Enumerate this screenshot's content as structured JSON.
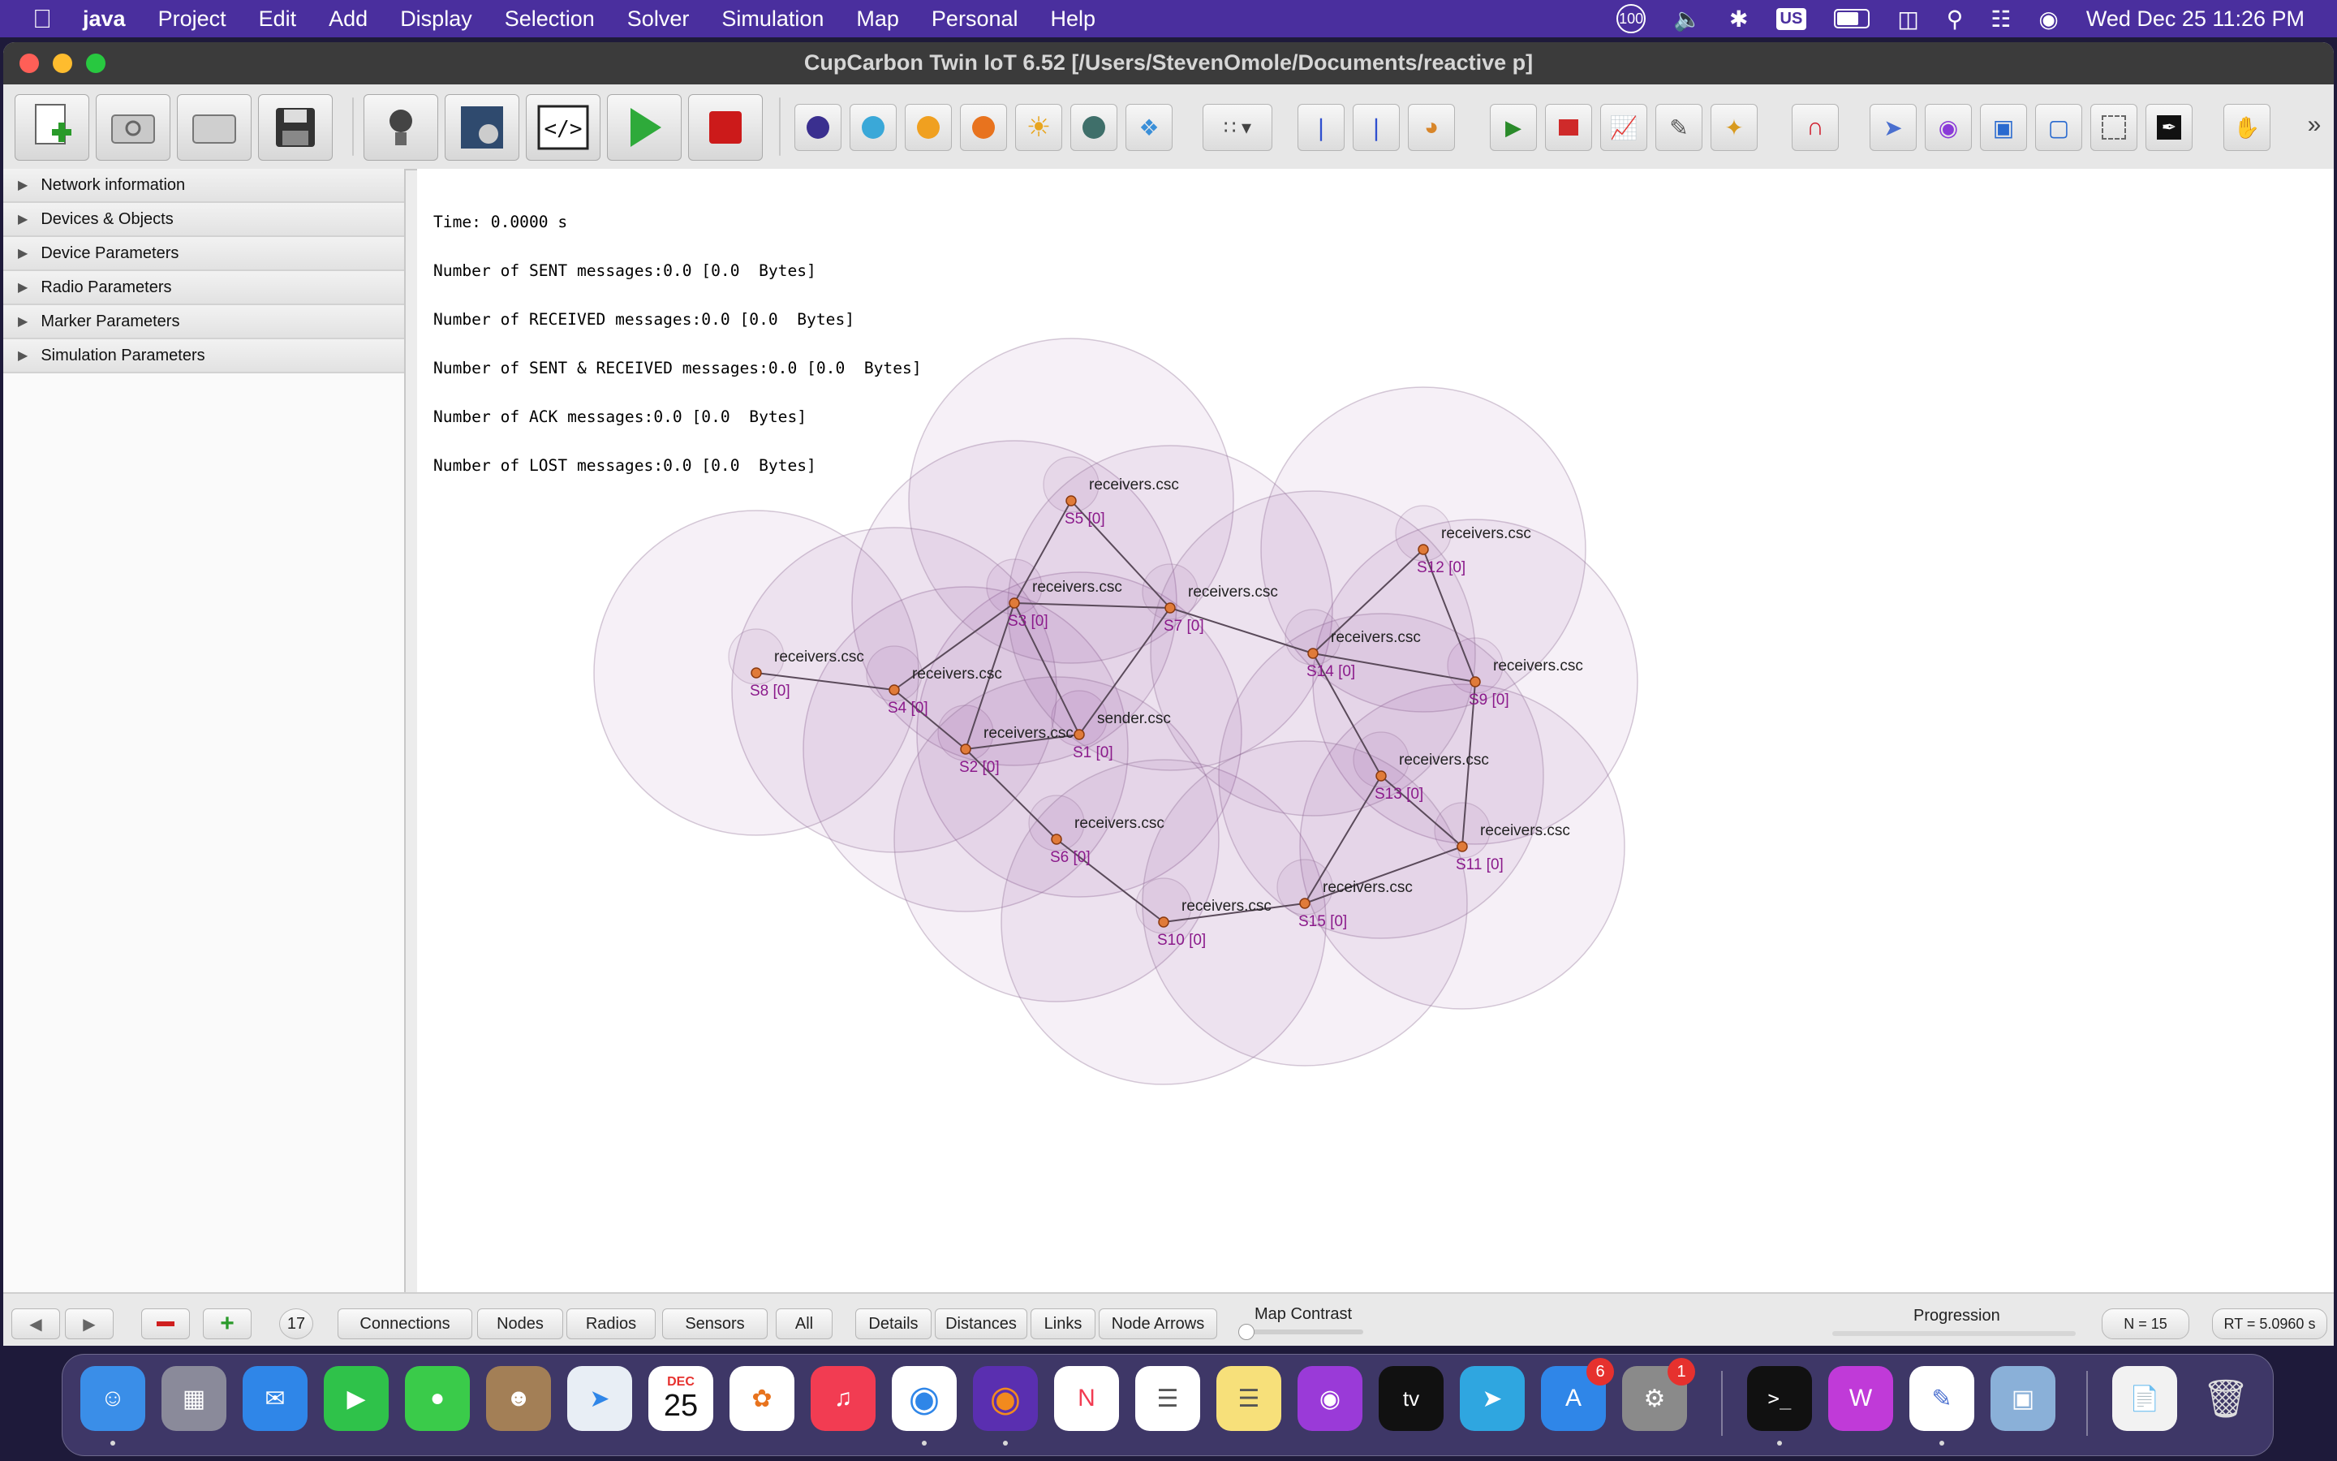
{
  "menubar": {
    "app_name": "java",
    "items": [
      "Project",
      "Edit",
      "Add",
      "Display",
      "Selection",
      "Solver",
      "Simulation",
      "Map",
      "Personal",
      "Help"
    ],
    "input_source": "US",
    "badge_count": "100",
    "datetime": "Wed Dec 25  11:26 PM"
  },
  "window": {
    "title": "CupCarbon Twin IoT 6.52 [/Users/StevenOmole/Documents/reactive p]"
  },
  "sidebar": {
    "sections": [
      {
        "label": "Network information"
      },
      {
        "label": "Devices & Objects"
      },
      {
        "label": "Device Parameters"
      },
      {
        "label": "Radio Parameters"
      },
      {
        "label": "Marker Parameters"
      },
      {
        "label": "Simulation Parameters"
      }
    ]
  },
  "stats": {
    "lines": [
      "Time: 0.0000 s",
      "Number of SENT messages:0.0 [0.0  Bytes]",
      "Number of RECEIVED messages:0.0 [0.0  Bytes]",
      "Number of SENT & RECEIVED messages:0.0 [0.0  Bytes]",
      "Number of ACK messages:0.0 [0.0  Bytes]",
      "Number of LOST messages:0.0 [0.0  Bytes]"
    ]
  },
  "network": {
    "node_color": "#e07b39",
    "node_label_color": "#8b1a8b",
    "range_fill": "#7a2f8a",
    "nodes": [
      {
        "id": "S1",
        "label": "S1 [0]",
        "script": "sender.csc"
      },
      {
        "id": "S2",
        "label": "S2 [0]",
        "script": "receivers.csc"
      },
      {
        "id": "S3",
        "label": "S3 [0]",
        "script": "receivers.csc"
      },
      {
        "id": "S4",
        "label": "S4 [0]",
        "script": "receivers.csc"
      },
      {
        "id": "S5",
        "label": "S5 [0]",
        "script": "receivers.csc"
      },
      {
        "id": "S6",
        "label": "S6 [0]",
        "script": "receivers.csc"
      },
      {
        "id": "S7",
        "label": "S7 [0]",
        "script": "receivers.csc"
      },
      {
        "id": "S8",
        "label": "S8 [0]",
        "script": "receivers.csc"
      },
      {
        "id": "S9",
        "label": "S9 [0]",
        "script": "receivers.csc"
      },
      {
        "id": "S10",
        "label": "S10 [0]",
        "script": "receivers.csc"
      },
      {
        "id": "S11",
        "label": "S11 [0]",
        "script": "receivers.csc"
      },
      {
        "id": "S12",
        "label": "S12 [0]",
        "script": "receivers.csc"
      },
      {
        "id": "S13",
        "label": "S13 [0]",
        "script": "receivers.csc"
      },
      {
        "id": "S14",
        "label": "S14 [0]",
        "script": "receivers.csc"
      },
      {
        "id": "S15",
        "label": "S15 [0]",
        "script": "receivers.csc"
      }
    ],
    "links": [
      [
        "S8",
        "S4"
      ],
      [
        "S4",
        "S3"
      ],
      [
        "S4",
        "S2"
      ],
      [
        "S3",
        "S5"
      ],
      [
        "S5",
        "S7"
      ],
      [
        "S3",
        "S7"
      ],
      [
        "S3",
        "S2"
      ],
      [
        "S3",
        "S1"
      ],
      [
        "S2",
        "S1"
      ],
      [
        "S1",
        "S7"
      ],
      [
        "S2",
        "S6"
      ],
      [
        "S6",
        "S10"
      ],
      [
        "S10",
        "S15"
      ],
      [
        "S7",
        "S14"
      ],
      [
        "S14",
        "S12"
      ],
      [
        "S14",
        "S9"
      ],
      [
        "S14",
        "S13"
      ],
      [
        "S12",
        "S9"
      ],
      [
        "S9",
        "S11"
      ],
      [
        "S13",
        "S11"
      ],
      [
        "S13",
        "S15"
      ],
      [
        "S15",
        "S11"
      ]
    ]
  },
  "bottombar": {
    "zoom_value": "17",
    "buttons": [
      "Connections",
      "Nodes",
      "Radios",
      "Sensors",
      "All"
    ],
    "view_buttons": [
      "Details",
      "Distances",
      "Links",
      "Node Arrows"
    ],
    "map_contrast_label": "Map Contrast",
    "progression_label": "Progression",
    "node_count": "N = 15",
    "rt": "RT = 5.0960 s"
  },
  "dock": {
    "calendar_month": "DEC",
    "calendar_day": "25",
    "appstore_badge": "6",
    "settings_badge": "1"
  }
}
